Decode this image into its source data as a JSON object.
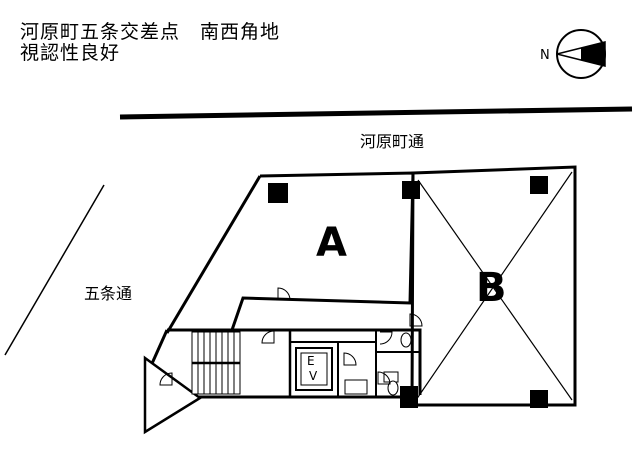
{
  "title": {
    "line1": "河原町五条交差点　南西角地",
    "line2": "視認性良好"
  },
  "compass": {
    "label": "N"
  },
  "roads": {
    "main": "河原町通",
    "side": "五条通"
  },
  "units": {
    "a": "A",
    "b": "B"
  },
  "elevator": {
    "label_top": "E",
    "label_bottom": "V"
  }
}
